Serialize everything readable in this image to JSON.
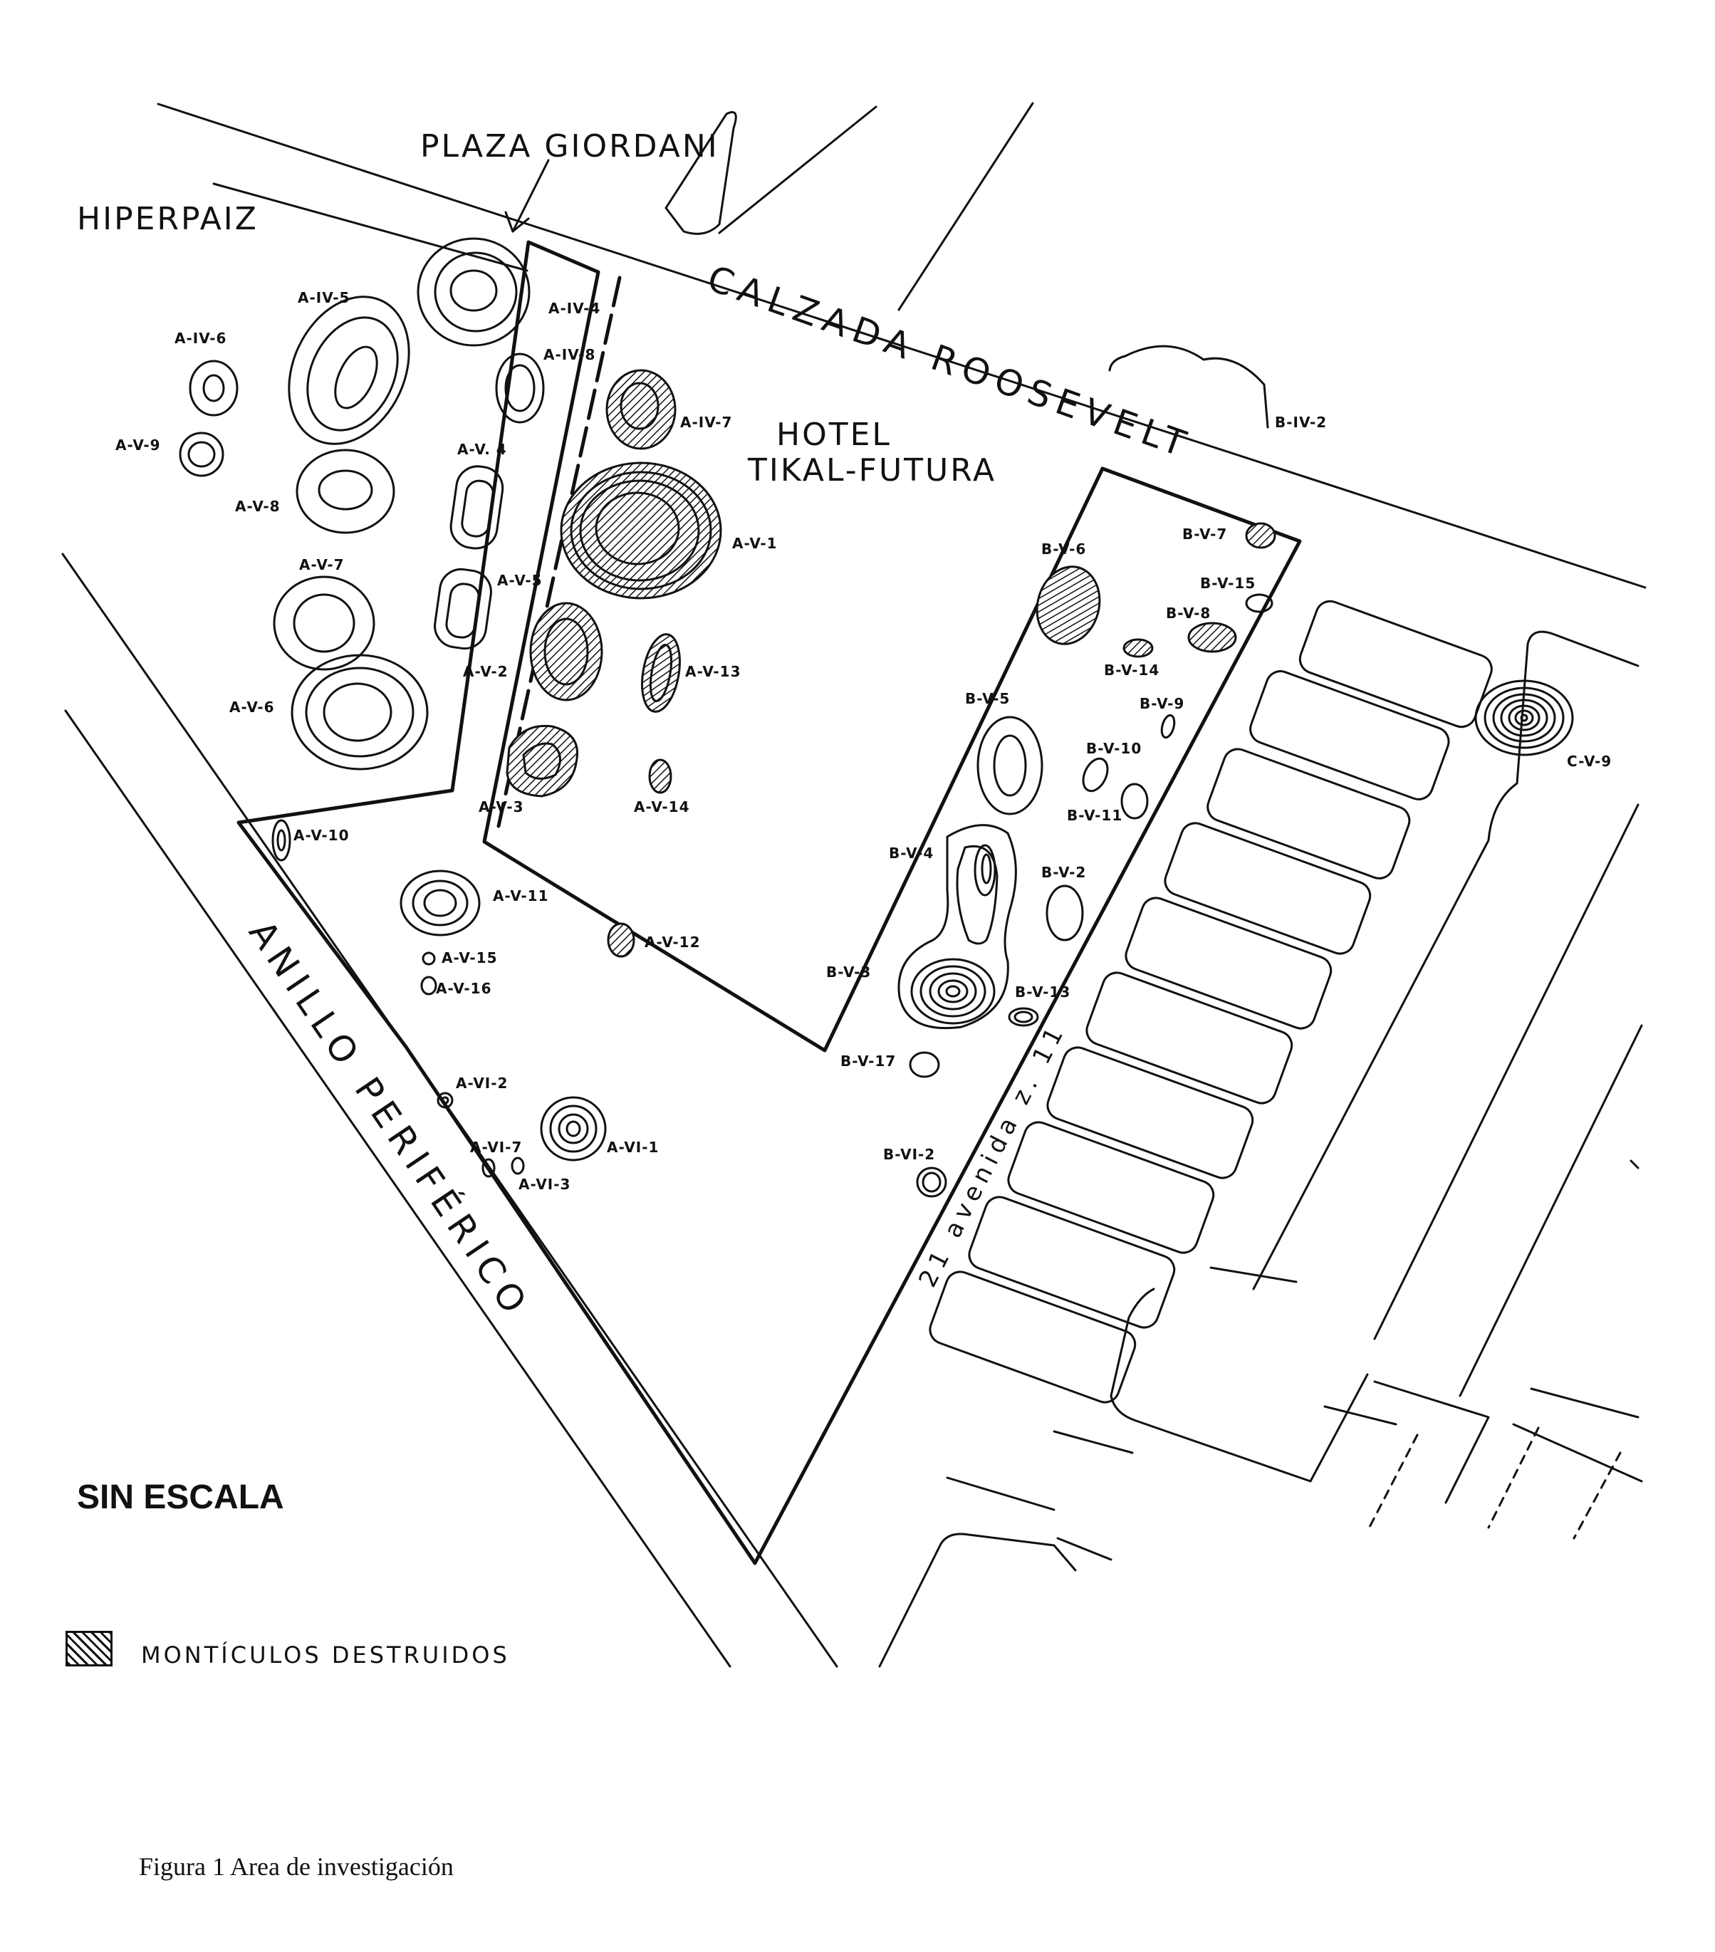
{
  "map": {
    "place_labels": {
      "plaza": "PLAZA GIORDANI",
      "hiperpaiz": "HIPERPAIZ",
      "hotel_line1": "HOTEL",
      "hotel_line2": "TIKAL-FUTURA"
    },
    "street_labels": {
      "calzada": "CALZADA ROOSEVELT",
      "anillo": "ANILLO PERIFÉRICO",
      "avenida": "21 avenida z. 11"
    },
    "mound_labels": [
      "A-IV-4",
      "A-IV-8",
      "A-IV-5",
      "A-IV-6",
      "A-V-9",
      "A-IV-7",
      "A-V-8",
      "A-V. 4",
      "A-V-1",
      "A-V-7",
      "A-V-5",
      "A-V-2",
      "A-V-13",
      "A-V-6",
      "A-V-3",
      "A-V-14",
      "A-V-10",
      "A-V-11",
      "A-V-12",
      "A-V-15",
      "A-V-16",
      "A-VI-2",
      "A-VI-7",
      "A-VI-1",
      "A-VI-3",
      "B-IV-2",
      "B-V-7",
      "B-V-6",
      "B-V-15",
      "B-V-8",
      "B-V-14",
      "B-V-9",
      "B-V-5",
      "B-V-10",
      "B-V-11",
      "B-V-4",
      "B-V-2",
      "B-V-3",
      "B-V-13",
      "B-V-17",
      "B-VI-2",
      "C-V-9"
    ]
  },
  "scale_note": "SIN ESCALA",
  "legend": {
    "swatch": "hatched-pattern",
    "label": "MONTÍCULOS DESTRUIDOS"
  },
  "caption": "Figura 1    Area de investigación"
}
